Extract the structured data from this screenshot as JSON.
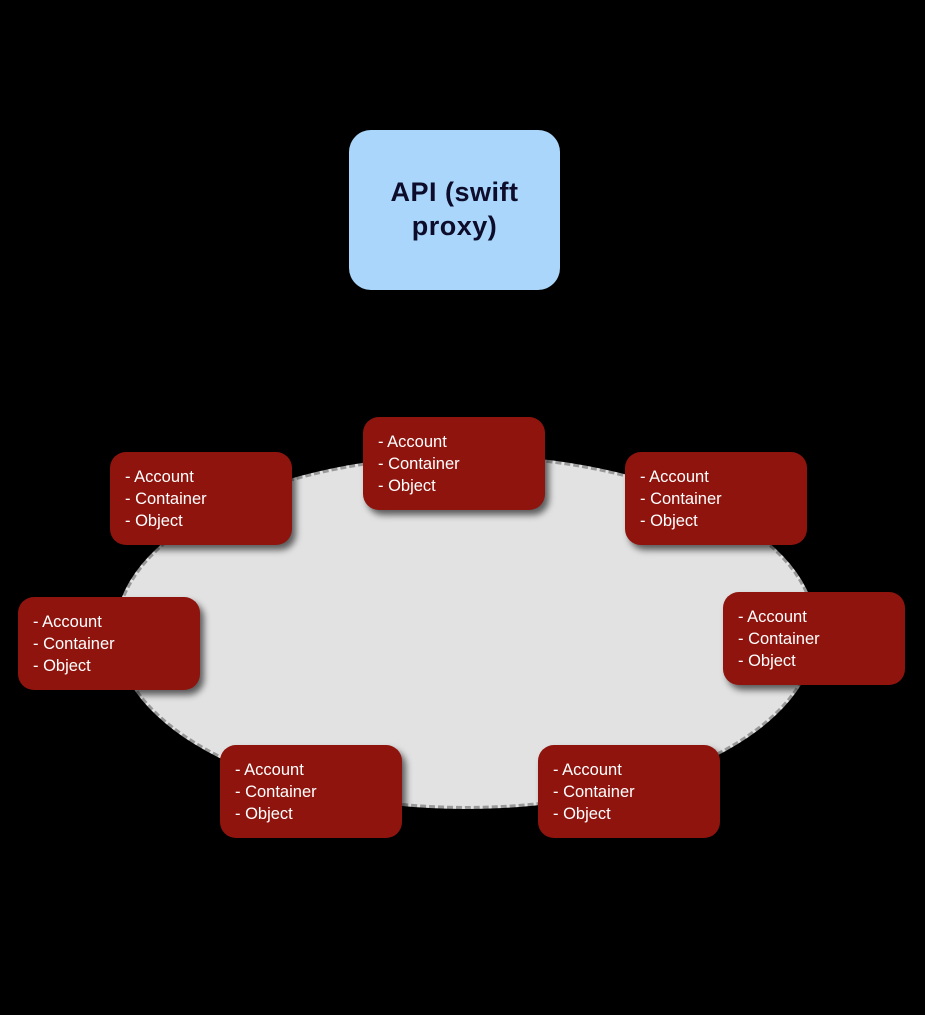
{
  "api_box": {
    "label": "API (swift proxy)"
  },
  "nodes": [
    {
      "position": "top-center",
      "lines": [
        "- Account",
        "- Container",
        "- Object"
      ]
    },
    {
      "position": "top-left",
      "lines": [
        "- Account",
        "- Container",
        "- Object"
      ]
    },
    {
      "position": "top-right",
      "lines": [
        "- Account",
        "- Container",
        "- Object"
      ]
    },
    {
      "position": "mid-left",
      "lines": [
        "- Account",
        "- Container",
        "- Object"
      ]
    },
    {
      "position": "mid-right",
      "lines": [
        "- Account",
        "- Container",
        "- Object"
      ]
    },
    {
      "position": "bottom-left",
      "lines": [
        "- Account",
        "- Container",
        "- Object"
      ]
    },
    {
      "position": "bottom-right",
      "lines": [
        "- Account",
        "- Container",
        "- Object"
      ]
    }
  ],
  "colors": {
    "background": "#000000",
    "api_fill": "#a9d6fa",
    "api_text": "#0d0d2b",
    "ring_fill": "#e2e2e2",
    "ring_border": "#999999",
    "node_fill": "#8e140d",
    "node_text": "#ffffff"
  }
}
